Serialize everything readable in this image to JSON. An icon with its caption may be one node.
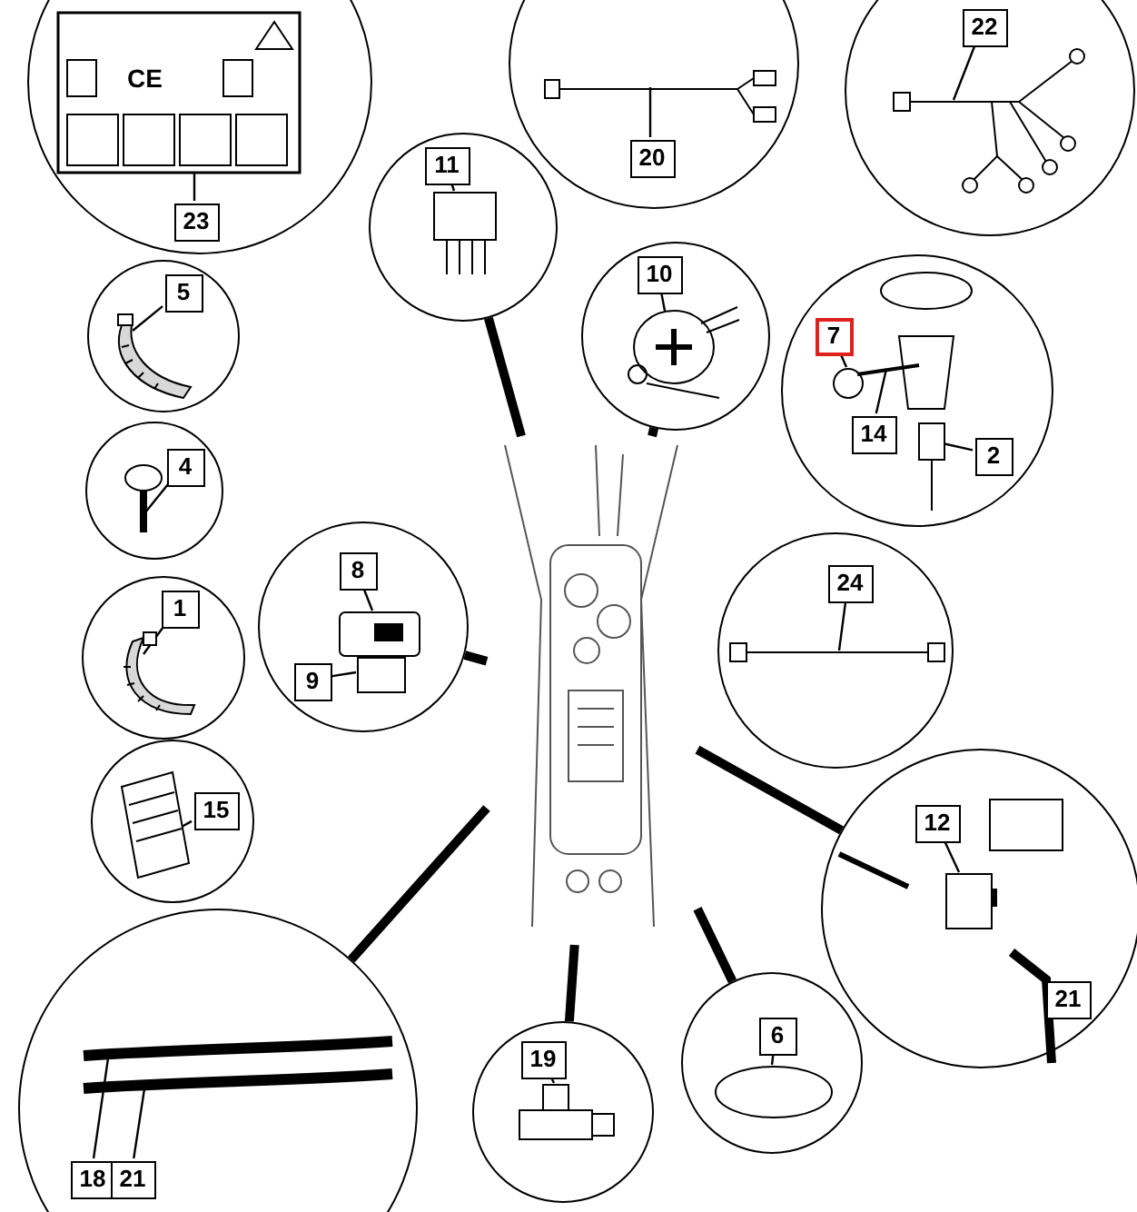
{
  "diagram": {
    "nodes": [
      {
        "text": [],
        "shape": "circle"
      },
      {
        "text": [
          "23"
        ],
        "in": 0
      },
      {
        "text": [],
        "shape": "picture",
        "in": 0
      },
      {
        "text": [],
        "shape": "circle"
      },
      {
        "text": [
          "20"
        ],
        "in": 3
      },
      {
        "text": [],
        "shape": "picture",
        "in": 3
      },
      {
        "text": [],
        "shape": "circle"
      },
      {
        "text": [
          "22"
        ],
        "in": 6
      },
      {
        "text": [],
        "shape": "picture",
        "in": 6
      },
      {
        "text": [],
        "shape": "circle"
      },
      {
        "text": [
          "11"
        ],
        "in": 9
      },
      {
        "text": [],
        "shape": "box",
        "in": 9
      },
      {
        "text": [],
        "shape": "circle"
      },
      {
        "text": [
          "10"
        ],
        "in": 12
      },
      {
        "text": [],
        "shape": "picture",
        "in": 12
      },
      {
        "text": [],
        "shape": "circle"
      },
      {
        "text": [
          "7"
        ],
        "in": 15
      },
      {
        "text": [
          "14"
        ],
        "in": 15
      },
      {
        "text": [
          "2"
        ],
        "in": 15
      },
      {
        "text": [],
        "shape": "circle",
        "in": 15
      },
      {
        "text": [],
        "shape": "picture",
        "in": 15
      },
      {
        "text": [],
        "shape": "picture",
        "in": 15
      },
      {
        "text": [],
        "shape": "circle"
      },
      {
        "text": [
          "5"
        ],
        "in": 22
      },
      {
        "text": [],
        "shape": "picture",
        "in": 22
      },
      {
        "text": [],
        "shape": "circle"
      },
      {
        "text": [
          "4"
        ],
        "in": 25
      },
      {
        "text": [],
        "shape": "picture",
        "in": 25
      },
      {
        "text": [],
        "shape": "picture"
      },
      {
        "text": [],
        "shape": "circle"
      },
      {
        "text": [
          "8"
        ],
        "in": 29
      },
      {
        "text": [
          "9"
        ],
        "in": 29
      },
      {
        "text": [],
        "shape": "picture",
        "in": 29
      },
      {
        "text": [],
        "shape": "box",
        "in": 29
      },
      {
        "text": [],
        "shape": "circle"
      },
      {
        "text": [
          "1"
        ],
        "in": 34
      },
      {
        "text": [],
        "shape": "picture",
        "in": 34
      },
      {
        "text": [],
        "shape": "circle"
      },
      {
        "text": [
          "24"
        ],
        "in": 37
      },
      {
        "text": [],
        "shape": "picture",
        "in": 37
      },
      {
        "text": [],
        "shape": "circle"
      },
      {
        "text": [
          "15"
        ],
        "in": 40
      },
      {
        "text": [],
        "shape": "picture",
        "in": 40
      },
      {
        "text": [],
        "shape": "circle"
      },
      {
        "text": [
          "12"
        ],
        "in": 43
      },
      {
        "text": [
          "21"
        ],
        "in": 43
      },
      {
        "text": [],
        "shape": "box",
        "in": 43
      },
      {
        "text": [],
        "shape": "picture",
        "in": 43
      },
      {
        "text": [],
        "shape": "circle"
      },
      {
        "text": [
          "18"
        ],
        "in": 48
      },
      {
        "text": [
          "21"
        ],
        "in": 48
      },
      {
        "text": [],
        "shape": "picture",
        "in": 48
      },
      {
        "text": [],
        "shape": "picture",
        "in": 48
      },
      {
        "text": [],
        "shape": "circle"
      },
      {
        "text": [
          "19"
        ],
        "in": 53
      },
      {
        "text": [],
        "shape": "picture",
        "in": 53
      },
      {
        "text": [],
        "shape": "circle"
      },
      {
        "text": [
          "6"
        ],
        "in": 56
      },
      {
        "text": [],
        "shape": "circle",
        "in": 56
      }
    ],
    "edges": [
      {
        "from": 1,
        "to": 2,
        "arrow": "none"
      },
      {
        "from": 4,
        "to": 5,
        "arrow": "none"
      },
      {
        "from": 7,
        "to": 8,
        "arrow": "none"
      },
      {
        "from": 10,
        "to": 11,
        "arrow": "none"
      },
      {
        "from": 13,
        "to": 14,
        "arrow": "none"
      },
      {
        "from": 16,
        "to": 19,
        "arrow": "none"
      },
      {
        "from": 17,
        "to": 20,
        "arrow": "none"
      },
      {
        "from": 18,
        "to": 21,
        "arrow": "none"
      },
      {
        "from": 23,
        "to": 24,
        "arrow": "none"
      },
      {
        "from": 26,
        "to": 27,
        "arrow": "none"
      },
      {
        "from": 30,
        "to": 32,
        "arrow": "none"
      },
      {
        "from": 31,
        "to": 33,
        "arrow": "none"
      },
      {
        "from": 35,
        "to": 36,
        "arrow": "none"
      },
      {
        "from": 38,
        "to": 39,
        "arrow": "none"
      },
      {
        "from": 41,
        "to": 42,
        "arrow": "none"
      },
      {
        "from": 44,
        "to": 46,
        "arrow": "none"
      },
      {
        "from": 45,
        "to": 47,
        "arrow": "none"
      },
      {
        "from": 49,
        "to": 51,
        "arrow": "none"
      },
      {
        "from": 50,
        "to": 52,
        "arrow": "none"
      },
      {
        "from": 54,
        "to": 55,
        "arrow": "none"
      },
      {
        "from": 57,
        "to": 58,
        "arrow": "none"
      },
      {
        "from": 9,
        "to": 28,
        "arrow": "none",
        "style": "thick"
      },
      {
        "from": 12,
        "to": 28,
        "arrow": "none",
        "style": "thick"
      },
      {
        "from": 29,
        "to": 28,
        "arrow": "none",
        "style": "thick"
      },
      {
        "from": 43,
        "to": 28,
        "arrow": "none",
        "style": "thick"
      },
      {
        "from": 48,
        "to": 28,
        "arrow": "none",
        "style": "thick"
      },
      {
        "from": 53,
        "to": 28,
        "arrow": "none",
        "style": "thick"
      },
      {
        "from": 56,
        "to": 28,
        "arrow": "none",
        "style": "thick"
      }
    ],
    "labels": [
      "CE"
    ]
  }
}
